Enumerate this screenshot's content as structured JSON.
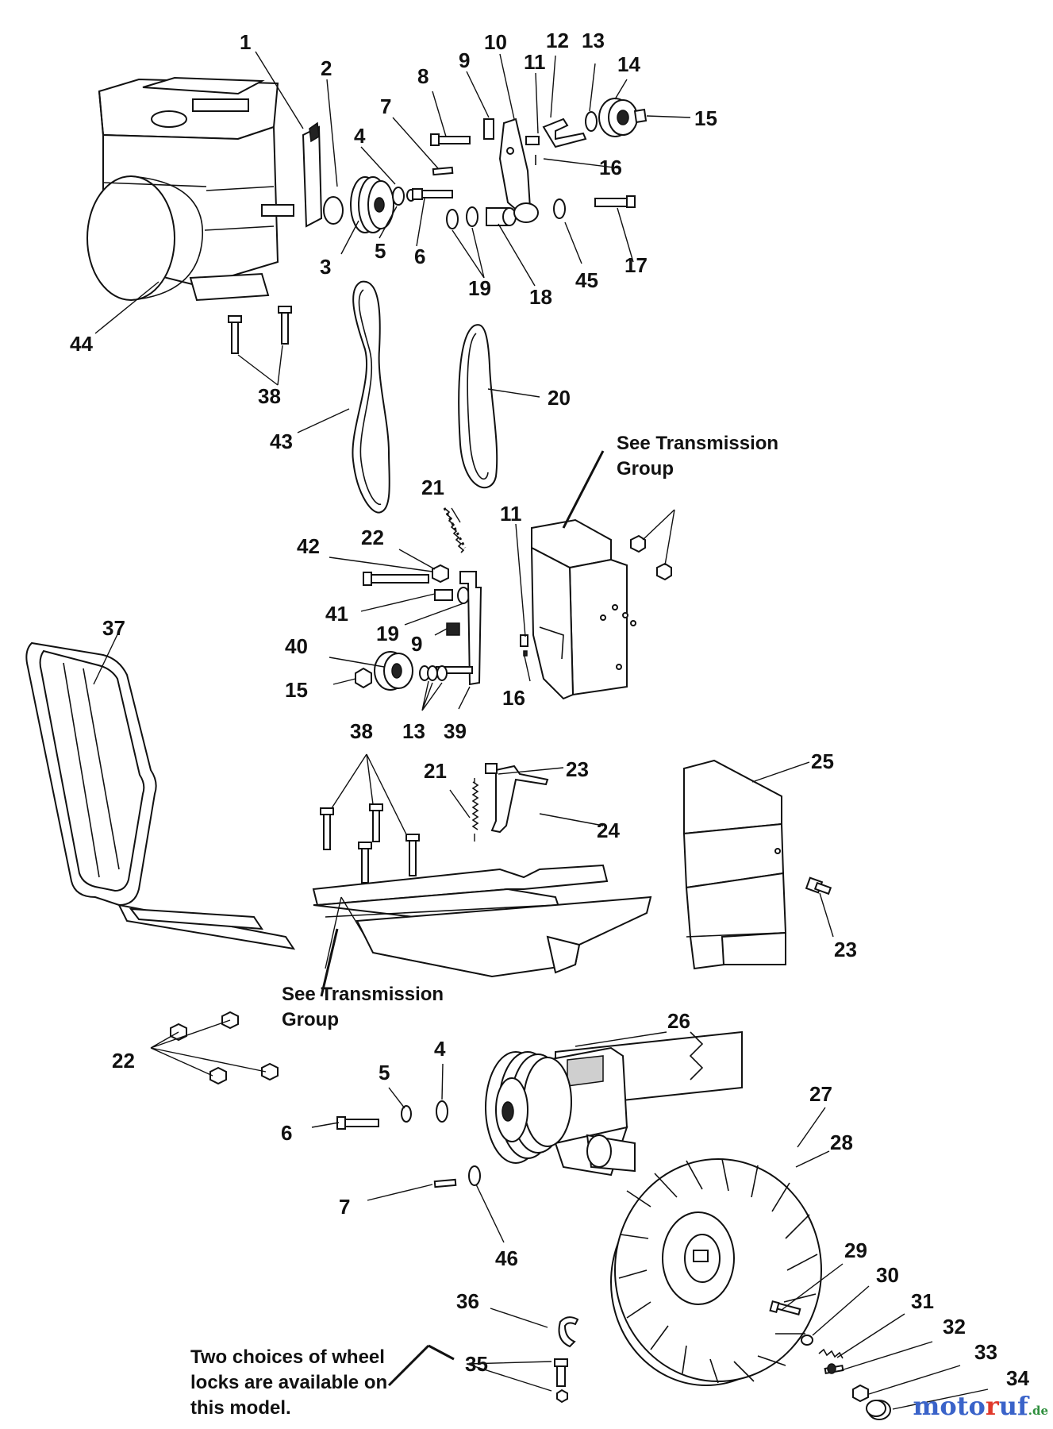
{
  "callouts": [
    "1",
    "2",
    "3",
    "4",
    "5",
    "6",
    "7",
    "8",
    "9",
    "10",
    "11",
    "12",
    "13",
    "14",
    "15",
    "16",
    "17",
    "18",
    "19",
    "45",
    "44",
    "38",
    "43",
    "20",
    "21",
    "22",
    "42",
    "41",
    "19",
    "9",
    "11",
    "16",
    "40",
    "15",
    "13",
    "39",
    "37",
    "38",
    "21",
    "23",
    "24",
    "25",
    "23",
    "22",
    "5",
    "4",
    "6",
    "26",
    "27",
    "28",
    "7",
    "46",
    "36",
    "35",
    "29",
    "30",
    "31",
    "32",
    "33",
    "34"
  ],
  "notes": {
    "transmission_top": [
      "See Transmission",
      "Group"
    ],
    "transmission_bottom": [
      "See Transmission",
      "Group"
    ],
    "wheel_locks": [
      "Two choices of wheel",
      "locks are available on",
      "this model."
    ]
  },
  "watermark": {
    "part1": "moto",
    "part2": "r",
    "part3": "uf",
    "part4": ".de"
  }
}
